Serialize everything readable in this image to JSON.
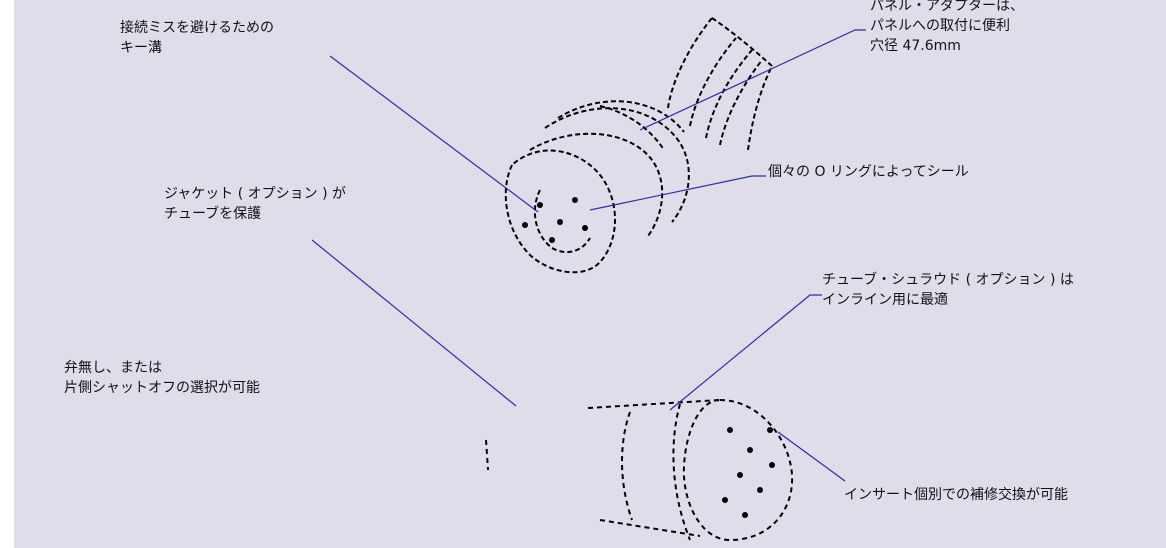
{
  "colors": {
    "background": "#e1dcea",
    "leader_line": "#2b2fa0",
    "drawing": "#000000"
  },
  "labels": {
    "key_groove": [
      "接続ミスを避けるための",
      "キー溝"
    ],
    "panel_adapter": [
      "パネル・アダプターは、",
      "パネルへの取付に便利",
      "穴径 47.6mm"
    ],
    "o_ring": [
      "個々の O リングによってシール"
    ],
    "jacket": [
      "ジャケット ( オプション ) が",
      "チューブを保護"
    ],
    "tube_shroud": [
      "チューブ・シュラウド ( オプション ) は",
      "インライン用に最適"
    ],
    "valve": [
      "弁無し、または",
      "片側シャットオフの選択が可能"
    ],
    "insert": [
      "インサート個別での補修交換が可能"
    ]
  }
}
